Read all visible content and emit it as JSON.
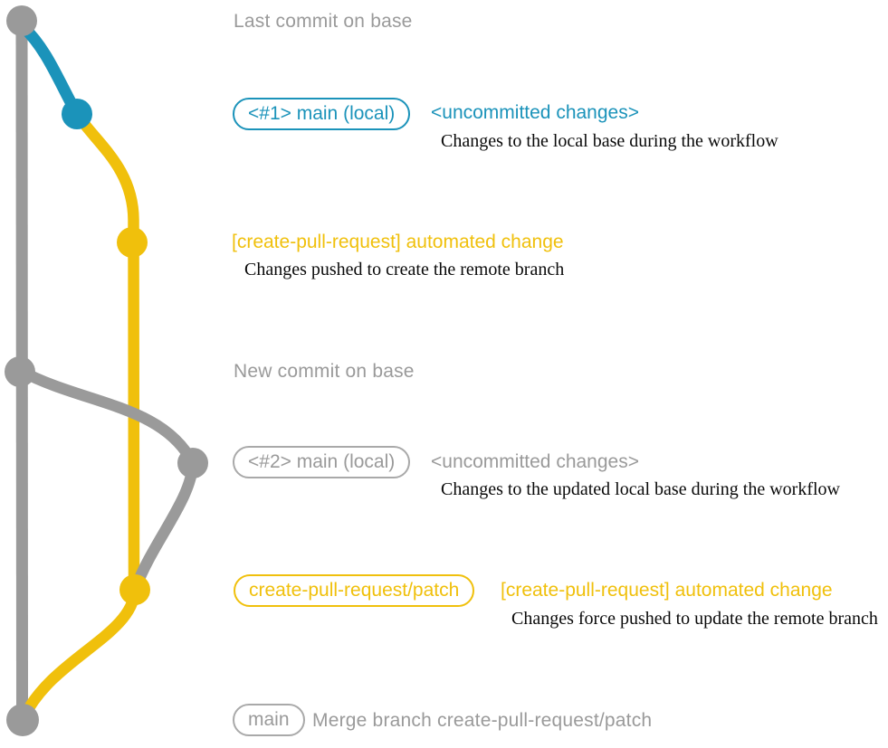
{
  "colors": {
    "gray": "#9a9a9a",
    "pill_gray": "#a9a9a9",
    "blue": "#1b93ba",
    "yellow": "#f0c00c",
    "note_black": "#0a0a0a"
  },
  "graph": {
    "base_branch_color": "#9a9a9a",
    "local_changes_color": "#1b93ba",
    "remote_branch_color": "#f0c00c",
    "commit_nodes": [
      {
        "id": "last-commit-on-base",
        "color": "gray"
      },
      {
        "id": "local-main-1",
        "color": "blue"
      },
      {
        "id": "remote-branch-created",
        "color": "yellow"
      },
      {
        "id": "new-commit-on-base",
        "color": "gray"
      },
      {
        "id": "local-main-2",
        "color": "gray"
      },
      {
        "id": "remote-branch-updated",
        "color": "yellow"
      },
      {
        "id": "merge-commit",
        "color": "gray"
      }
    ]
  },
  "sections": {
    "last_commit": {
      "heading": "Last commit on base"
    },
    "local_main_1": {
      "branch_pill": "<#1> main (local)",
      "status": "<uncommitted changes>",
      "note": "Changes to the local base during the workflow"
    },
    "automated_change_1": {
      "message": "[create-pull-request] automated change",
      "note": "Changes pushed to create the remote branch"
    },
    "new_commit": {
      "heading": "New commit on base"
    },
    "local_main_2": {
      "branch_pill": "<#2> main (local)",
      "status": "<uncommitted changes>",
      "note": "Changes to the updated local base during the workflow"
    },
    "automated_change_2": {
      "branch_pill": "create-pull-request/patch",
      "message": "[create-pull-request] automated change",
      "note": "Changes force pushed to update the remote branch"
    },
    "merge_commit": {
      "branch_pill": "main",
      "message": "Merge branch create-pull-request/patch"
    }
  }
}
